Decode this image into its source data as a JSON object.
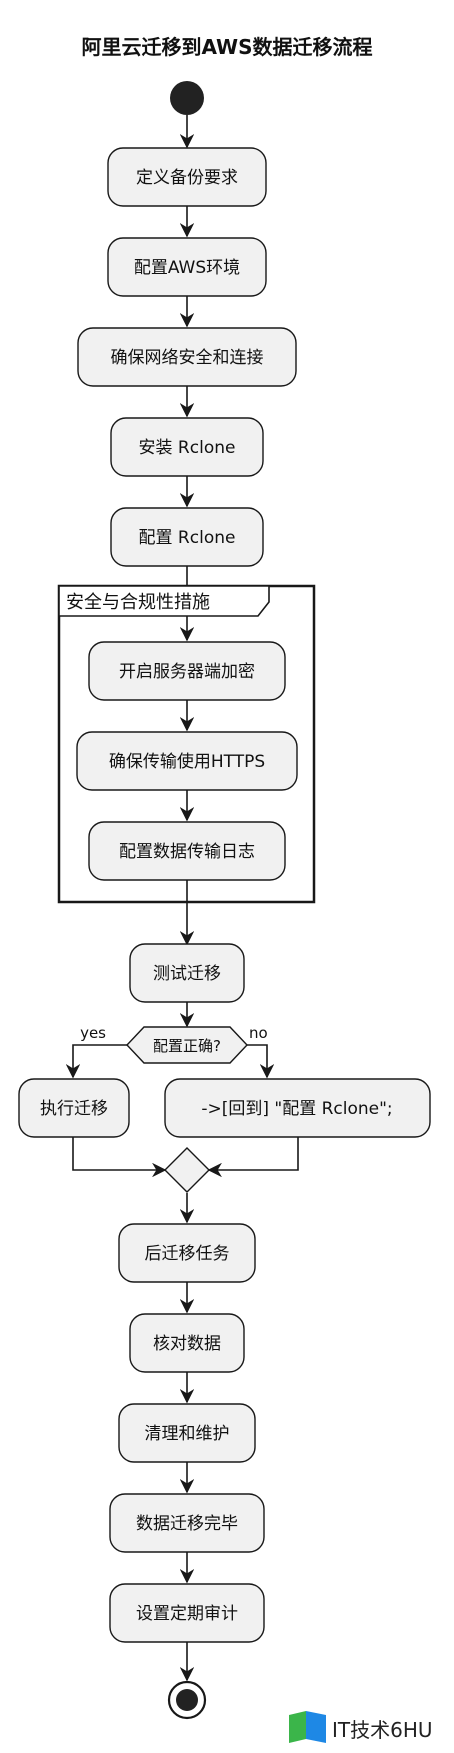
{
  "title": "阿里云迁移到AWS数据迁移流程",
  "steps": {
    "define_backup": "定义备份要求",
    "configure_aws": "配置AWS环境",
    "ensure_network": "确保网络安全和连接",
    "install_rclone": "安装 Rclone",
    "configure_rclone": "配置 Rclone",
    "enable_encryption": "开启服务器端加密",
    "ensure_https": "确保传输使用HTTPS",
    "configure_logs": "配置数据传输日志",
    "test_migration": "测试迁移",
    "execute_migration": "执行迁移",
    "goto_configure": "->[回到] \"配置 Rclone\";",
    "post_migration": "后迁移任务",
    "verify_data": "核对数据",
    "cleanup": "清理和维护",
    "complete": "数据迁移完毕",
    "schedule_audit": "设置定期审计"
  },
  "group": {
    "label": "安全与合规性措施"
  },
  "decision": {
    "question": "配置正确?",
    "yes_label": "yes",
    "no_label": "no"
  },
  "watermark": {
    "text": "IT技术6HU"
  },
  "colors": {
    "node_fill": "#f1f1f1",
    "node_stroke": "#181818",
    "start_fill": "#222222",
    "watermark_blue": "#1e88e5",
    "watermark_green": "#3bb54a"
  }
}
